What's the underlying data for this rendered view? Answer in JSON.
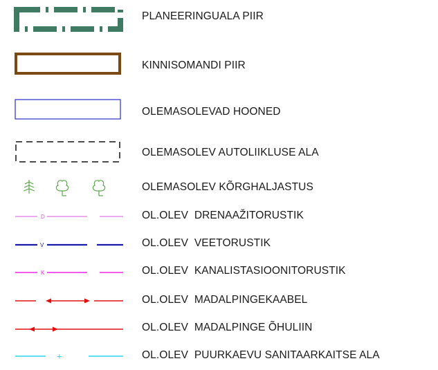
{
  "legend": {
    "items": [
      {
        "label": "PLANEERINGUALA PIIR",
        "color": "#3f7a63"
      },
      {
        "label": "KINNISOMANDI PIIR",
        "color": "#7a4a12"
      },
      {
        "label": "OLEMASOLEVAD HOONED",
        "color": "#2a2acc"
      },
      {
        "label": "OLEMASOLEV AUTOLIIKLUSE ALA",
        "color": "#111111"
      },
      {
        "label": "OLEMASOLEV KÕRGHALJASTUS",
        "color": "#5aa64a"
      },
      {
        "label": "OL.OLEV  DRENAAŽITORUSTIK",
        "color": "#dd55dd",
        "tag": "D"
      },
      {
        "label": "OL.OLEV  VEETORUSTIK",
        "color": "#1a1aa8",
        "tag": "V"
      },
      {
        "label": "OL.OLEV  KANALISTASIOONITORUSTIK",
        "color": "#ee22ee",
        "tag": "K"
      },
      {
        "label": "OL.OLEV  MADALPINGEKAABEL",
        "color": "#e01010"
      },
      {
        "label": "OL.OLEV  MADALPINGE ÕHULIIN",
        "color": "#e01010"
      },
      {
        "label": "OL.OLEV  PUURKAEVU SANITAARKAITSE ALA",
        "color": "#22d8e8",
        "tag": "+"
      }
    ]
  }
}
